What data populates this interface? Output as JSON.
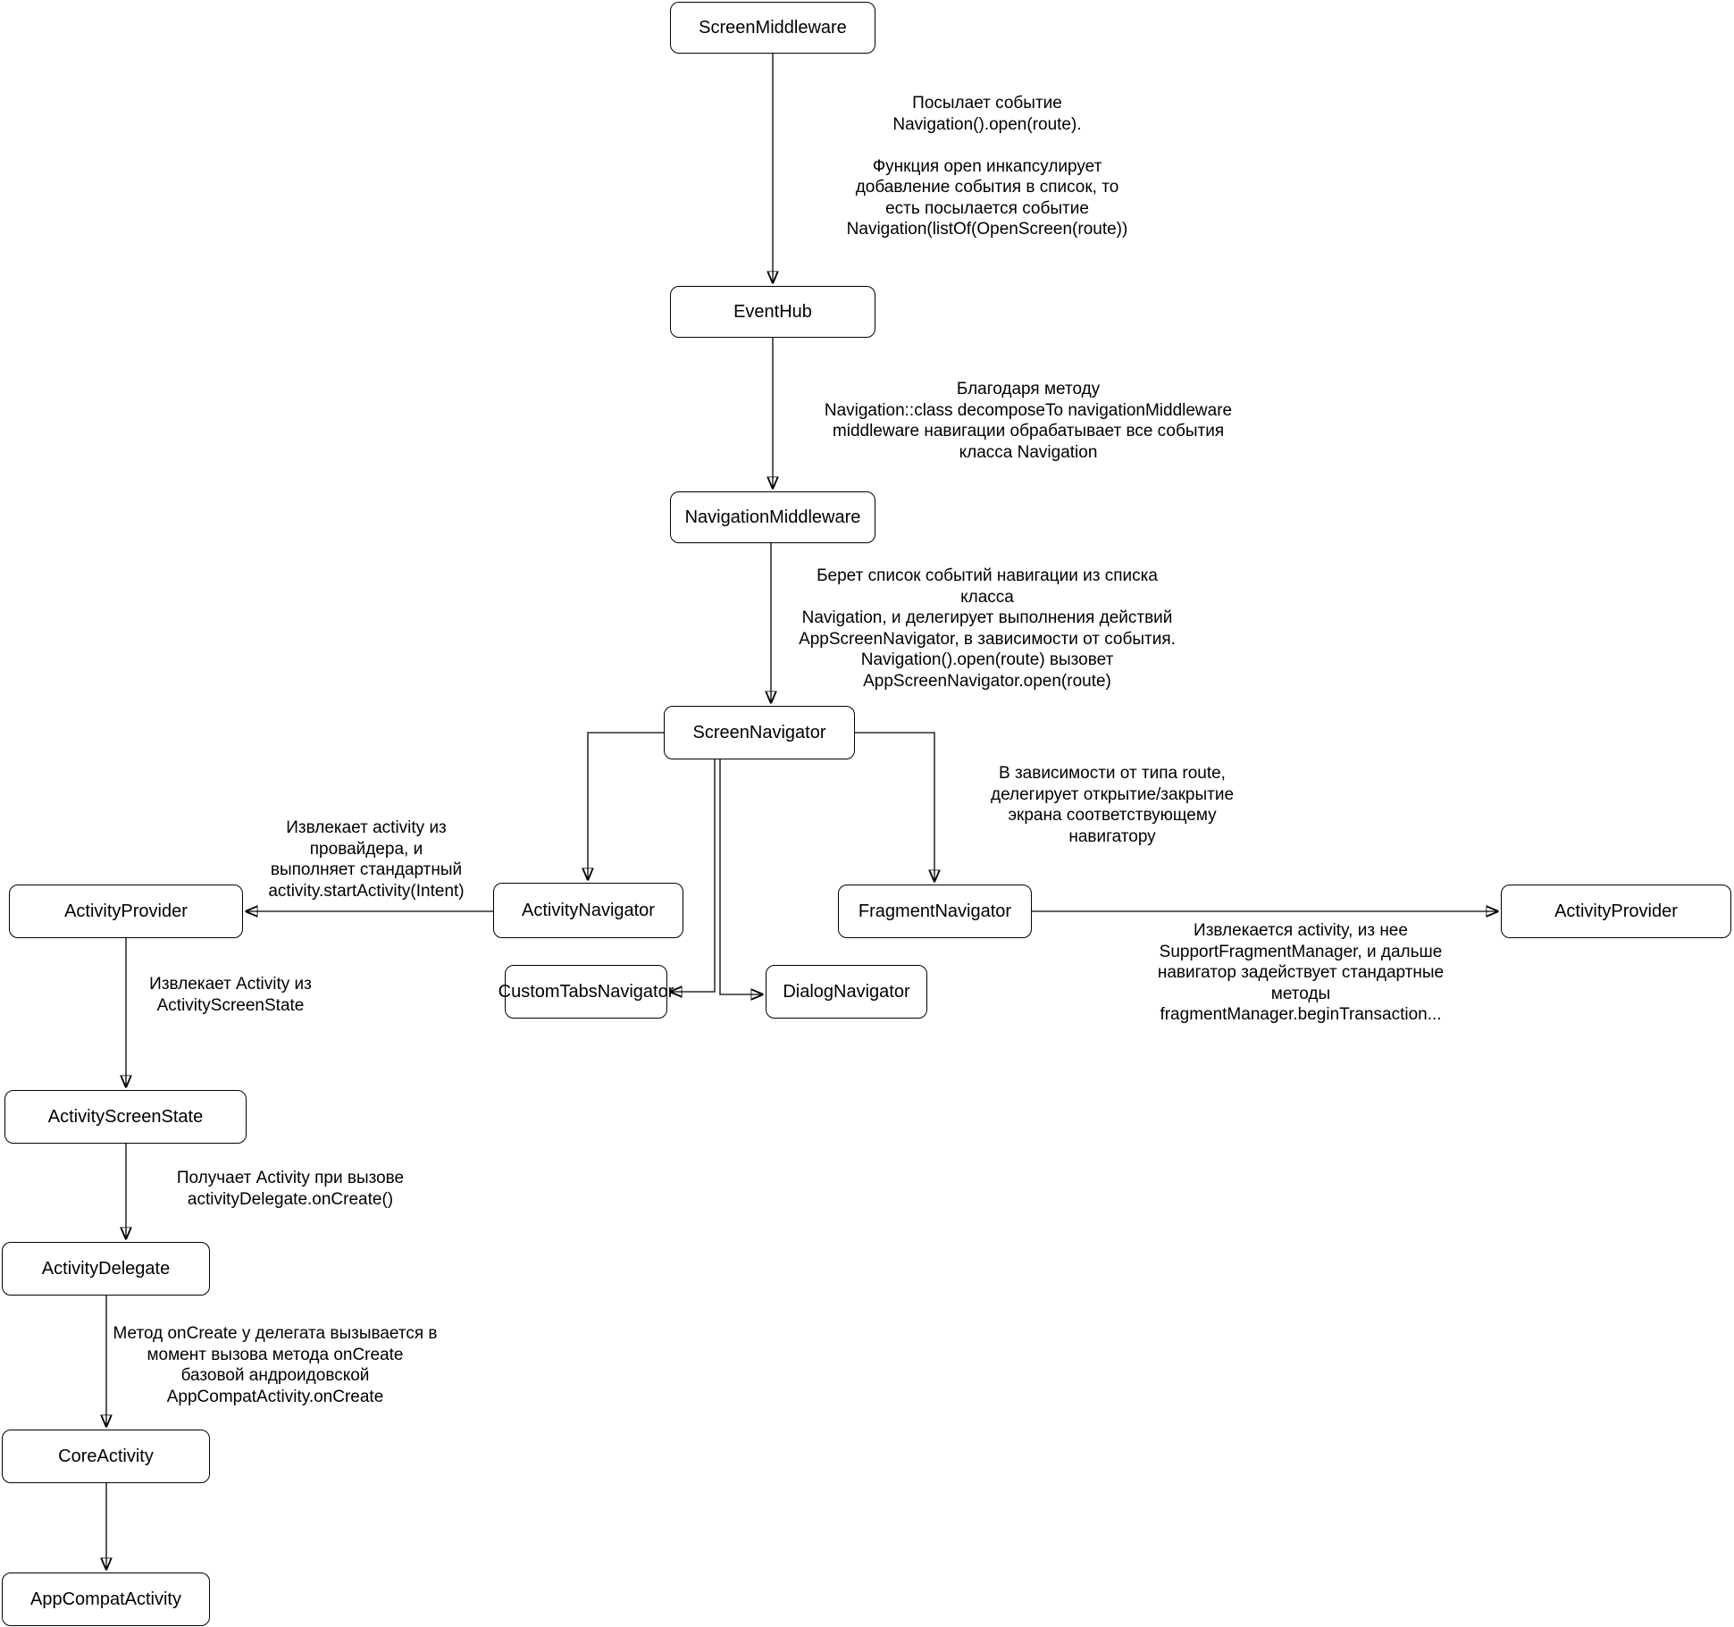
{
  "colors": {
    "background": "#ffffff",
    "node_fill": "#ffffff",
    "node_border": "#000000",
    "text": "#000000",
    "connector": "#000000"
  },
  "nodes": {
    "screen_middleware": "ScreenMiddleware",
    "event_hub": "EventHub",
    "navigation_middleware": "NavigationMiddleware",
    "screen_navigator": "ScreenNavigator",
    "activity_navigator": "ActivityNavigator",
    "fragment_navigator": "FragmentNavigator",
    "custom_tabs_navigator": "CustomTabsNavigator",
    "dialog_navigator": "DialogNavigator",
    "activity_provider_left": "ActivityProvider",
    "activity_provider_right": "ActivityProvider",
    "activity_screen_state": "ActivityScreenState",
    "activity_delegate": "ActivityDelegate",
    "core_activity": "CoreActivity",
    "app_compat_activity": "AppCompatActivity"
  },
  "edge_notes": {
    "send_event": "Посылает событие\nNavigation().open(route).\n\nФункция open инкапсулирует\nдобавление события в список, то\nесть посылается событие\nNavigation(listOf(OpenScreen(route))",
    "decompose": "Благодаря методу\nNavigation::class decomposeTo navigationMiddleware\nmiddleware навигации обрабатывает все события\nкласса Navigation",
    "delegate_actions": "Берет список событий навигации из списка класса\nNavigation, и делегирует выполнения действий\nAppScreenNavigator, в зависимости от события.\nNavigation().open(route) вызовет\nAppScreenNavigator.open(route)",
    "route_type": "В зависимости от типа route,\nделегирует открытие/закрытие\nэкрана соответствующему\nнавигатору",
    "extract_activity": "Извлекает activity из\nпровайдера, и\nвыполняет стандартный\nactivity.startActivity(Intent)",
    "fragment_manager": "Извлекается activity, из нее\nSupportFragmentManager, и дальше\nнавигатор задействует стандартные\nметоды\nfragmentManager.beginTransaction...",
    "extract_from_state": "Извлекает Activity из\nActivityScreenState",
    "get_activity_oncreate": "Получает Activity при вызове\nactivityDelegate.onCreate()",
    "oncreate_delegate": "Метод onCreate у делегата вызывается в\nмомент вызова метода onCreate\nбазовой андроидовской\nAppCompatActivity.onCreate"
  }
}
